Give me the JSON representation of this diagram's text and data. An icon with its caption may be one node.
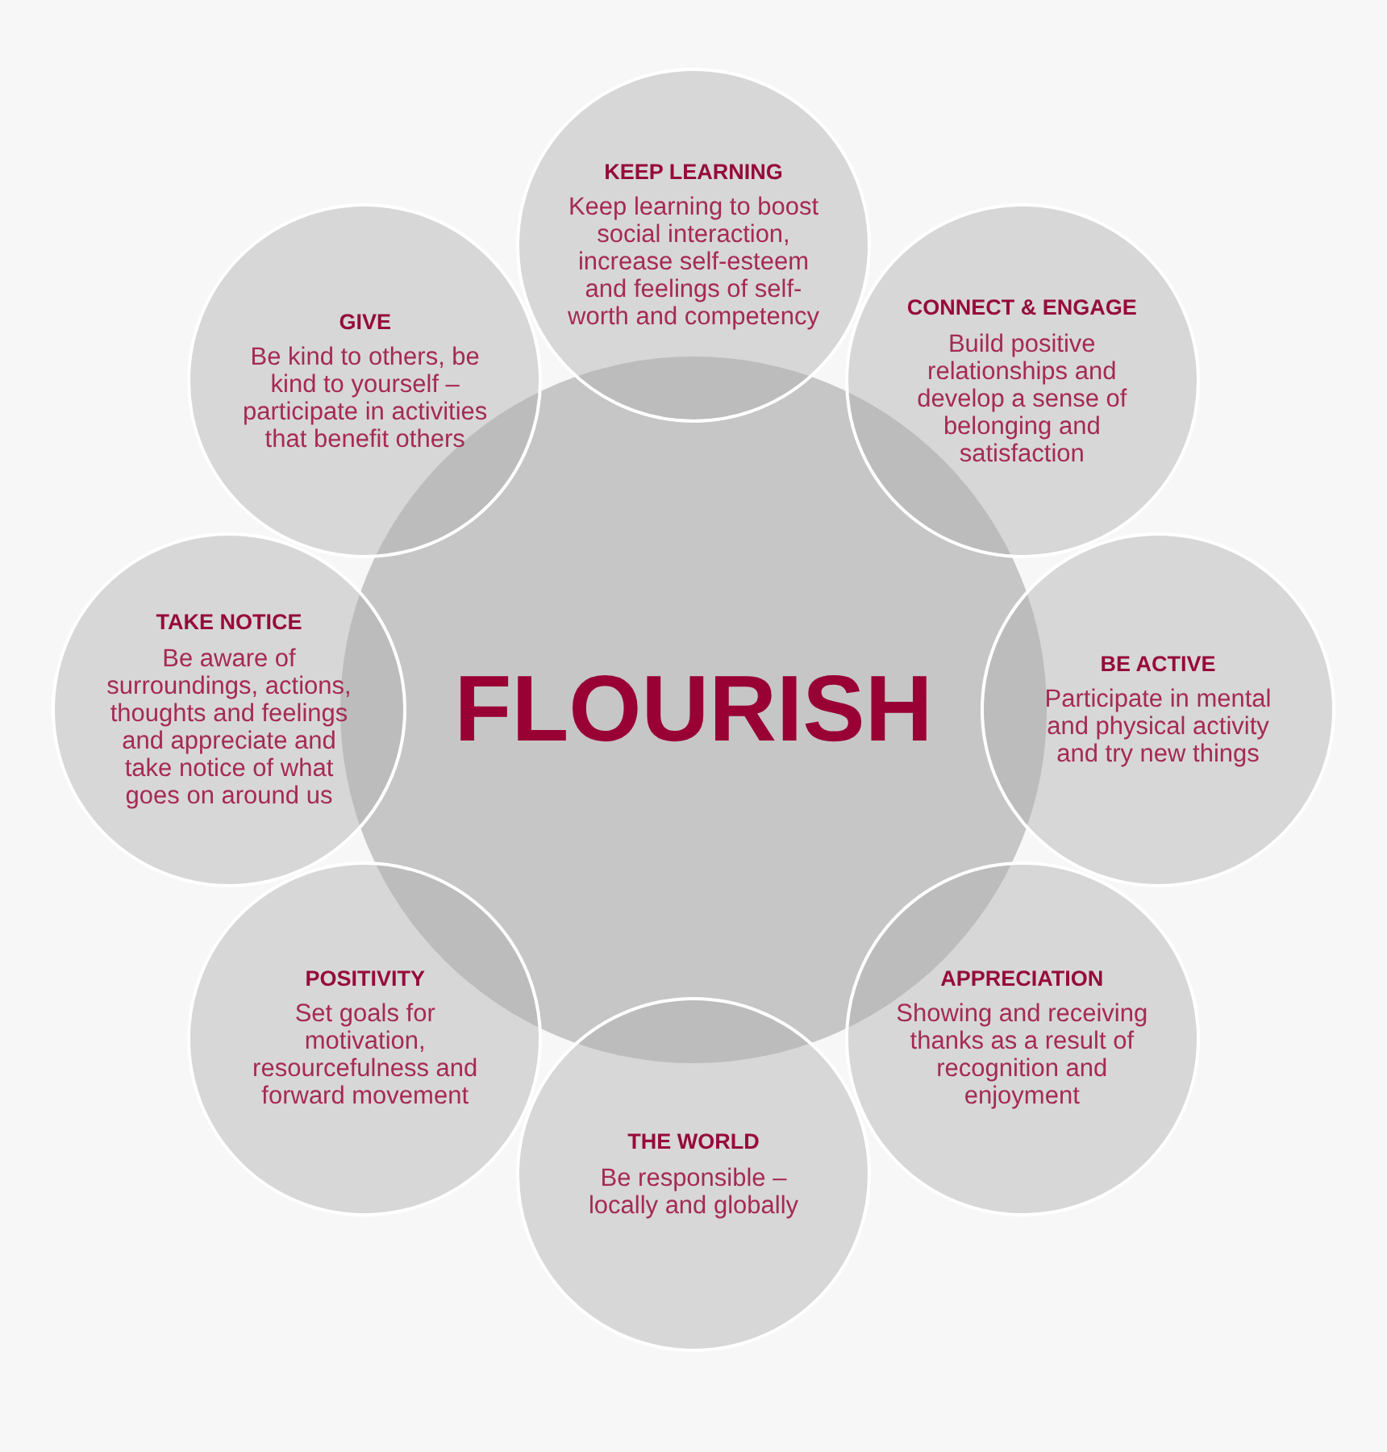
{
  "diagram": {
    "nodes": [
      {
        "text": [
          "FLOURISH"
        ]
      },
      {
        "text": [
          "KEEP LEARNING",
          "Keep learning to boost social interaction, increase self-esteem and feelings of self-worth and competency"
        ]
      },
      {
        "text": [
          "CONNECT & ENGAGE",
          "Build positive relationships and develop a sense of belonging and satisfaction"
        ]
      },
      {
        "text": [
          "BE ACTIVE",
          "Participate in mental and physical activity and try new things"
        ]
      },
      {
        "text": [
          "APPRECIATION",
          "Showing and receiving thanks as a result of recognition and enjoyment"
        ]
      },
      {
        "text": [
          "THE WORLD",
          "Be responsible – locally and globally"
        ]
      },
      {
        "text": [
          "POSITIVITY",
          "Set goals for motivation, resourcefulness and forward movement"
        ]
      },
      {
        "text": [
          "TAKE NOTICE",
          "Be aware of surroundings, actions, thoughts and feelings and appreciate and take notice of what goes on around us"
        ]
      },
      {
        "text": [
          "GIVE",
          "Be kind to others, be kind to yourself – participate in activities that benefit others"
        ]
      }
    ]
  }
}
